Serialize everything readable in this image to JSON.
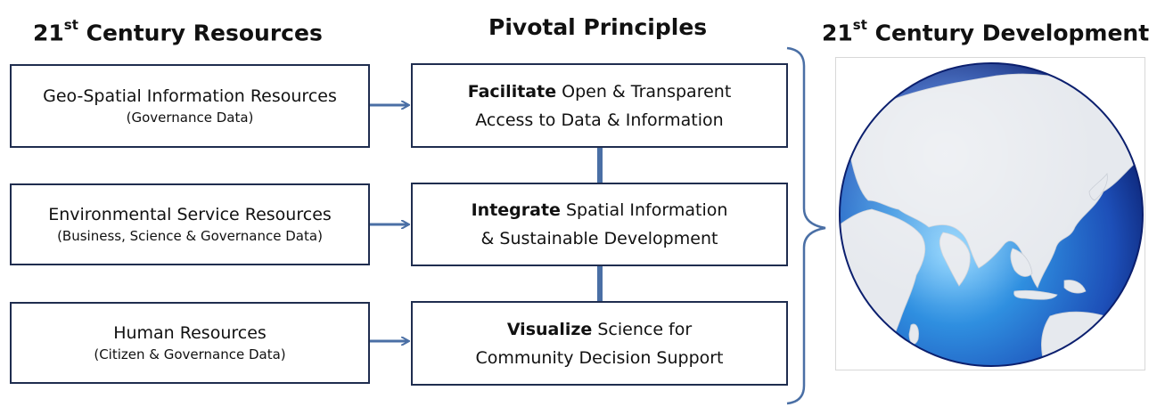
{
  "headings": {
    "resources": {
      "prefix": "21",
      "sup": "st",
      "rest": " Century Resources"
    },
    "principles": "Pivotal Principles",
    "development": {
      "prefix": "21",
      "sup": "st",
      "rest": " Century Development"
    }
  },
  "resources": [
    {
      "title": "Geo-Spatial Information Resources",
      "subtitle": "(Governance Data)"
    },
    {
      "title": "Environmental Service Resources",
      "subtitle": "(Business, Science & Governance Data)"
    },
    {
      "title": "Human Resources",
      "subtitle": "(Citizen & Governance Data)"
    }
  ],
  "principles": [
    {
      "bold": "Facilitate",
      "rest": " Open & Transparent",
      "line2": "Access to Data & Information"
    },
    {
      "bold": "Integrate",
      "rest": " Spatial Information",
      "line2": "& Sustainable Development"
    },
    {
      "bold": "Visualize",
      "rest": " Science for",
      "line2": "Community Decision Support"
    }
  ],
  "colors": {
    "box_border": "#1f2d4f",
    "connector": "#4a6fa5",
    "globe_blue": "#1d4fb8",
    "globe_land": "#e6e9ee"
  },
  "icons": [
    "globe-icon"
  ]
}
